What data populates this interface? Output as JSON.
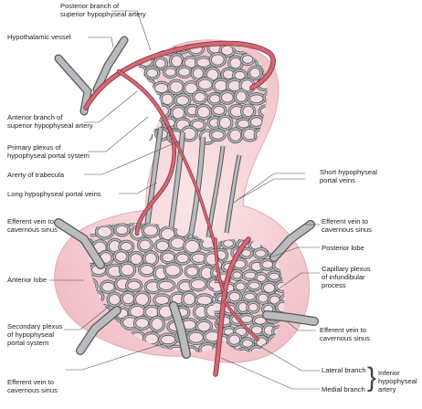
{
  "labels": {
    "posterior_branch": [
      "Posterior branch of",
      "superior hypophyseal artery"
    ],
    "hypothalamic_vessel": [
      "Hypothalamic vessel"
    ],
    "anterior_branch": [
      "Anterior branch of",
      "superior hypophyseal artery"
    ],
    "primary_plexus": [
      "Primary plexus of",
      "hypophyseal portal system"
    ],
    "artery_of_trabecula": [
      "Arerty of trabecula"
    ],
    "long_veins": [
      "Long hypophyseal portal veins"
    ],
    "efferent_left_top": [
      "Efferent vein to",
      "cavernous sinus"
    ],
    "anterior_lobe": [
      "Anterior lobe"
    ],
    "secondary_plexus": [
      "Secondary plexus",
      "of hypophyseal",
      "portal system"
    ],
    "efferent_left_bottom": [
      "Efferent vein to",
      "cavernous sinus"
    ],
    "short_veins": [
      "Short hypophyseal",
      "portal veins"
    ],
    "efferent_right_top": [
      "Efferent vein to",
      "cavernous sinus"
    ],
    "posterior_lobe": [
      "Posterior lobe"
    ],
    "capillary_plexus": [
      "Capillary plexus",
      "of infundibular",
      "process"
    ],
    "efferent_right_bottom": [
      "Efferent vein to",
      "cavernous sinus"
    ],
    "lateral_branch": [
      "Lateral branch"
    ],
    "medial_branch": [
      "Medial branch"
    ],
    "inferior_artery": [
      "Inferior",
      "hypophyseal",
      "artery"
    ]
  },
  "colors": {
    "tissue_fill": "#f3cdd2",
    "tissue_edge": "#e4a9b1",
    "vein_fill": "#b9bbbe",
    "vein_edge": "#55585c",
    "artery": "#d06a76",
    "artery_edge": "#8e2f3b",
    "leader": "#555555"
  }
}
